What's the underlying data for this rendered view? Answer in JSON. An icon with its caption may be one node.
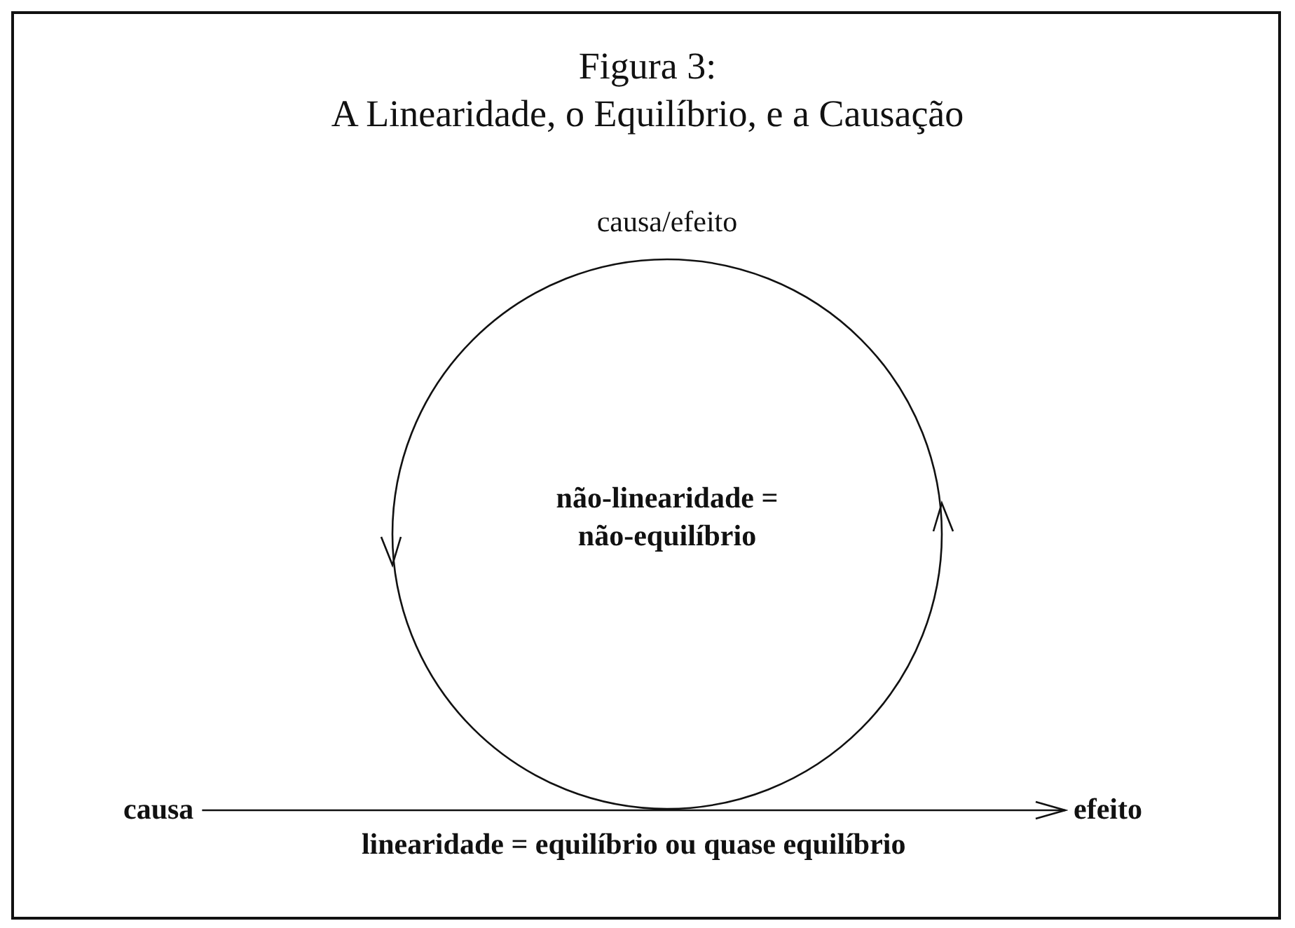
{
  "diagram": {
    "title": "Figura 3: A Linearidade, o Equilíbrio, e a Causação",
    "nodes": [
      {
        "text": [
          "causa/efeito",
          "não-linearidade = não-equilíbrio"
        ]
      },
      {
        "text": [
          "causa"
        ]
      },
      {
        "text": [
          "efeito"
        ]
      }
    ],
    "edges": [
      {
        "from": 1,
        "to": 2,
        "arrow": "to",
        "label": "linearidade = equilíbrio ou quase equilíbrio"
      }
    ]
  }
}
